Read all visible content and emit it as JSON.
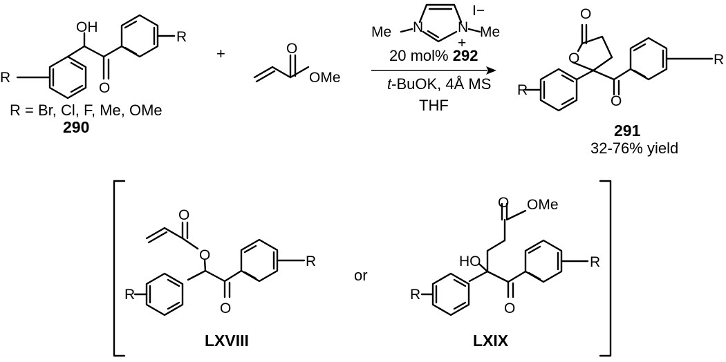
{
  "scheme": {
    "substituent": "R",
    "hydroxy": "OH",
    "oxygen": "O",
    "plus": "+",
    "methoxy": "OMe",
    "substituent_options": "R = Br, Cl, F, Me, OMe",
    "compound_290": "290",
    "catalyst_me_left": "Me",
    "catalyst_n_left": "N",
    "catalyst_n_right": "N",
    "catalyst_me_right": "Me",
    "catalyst_plus": "+",
    "iodide": "I−",
    "catalyst_loading": "20 mol%",
    "catalyst_id": "292",
    "base_tbu": "t",
    "base_rest": "-BuOK, 4Å MS",
    "solvent": "THF",
    "compound_291": "291",
    "yield": "32-76% yield",
    "ho": "HO",
    "or": "or",
    "intermediate_1": "LXVIII",
    "intermediate_2": "LXIX"
  }
}
